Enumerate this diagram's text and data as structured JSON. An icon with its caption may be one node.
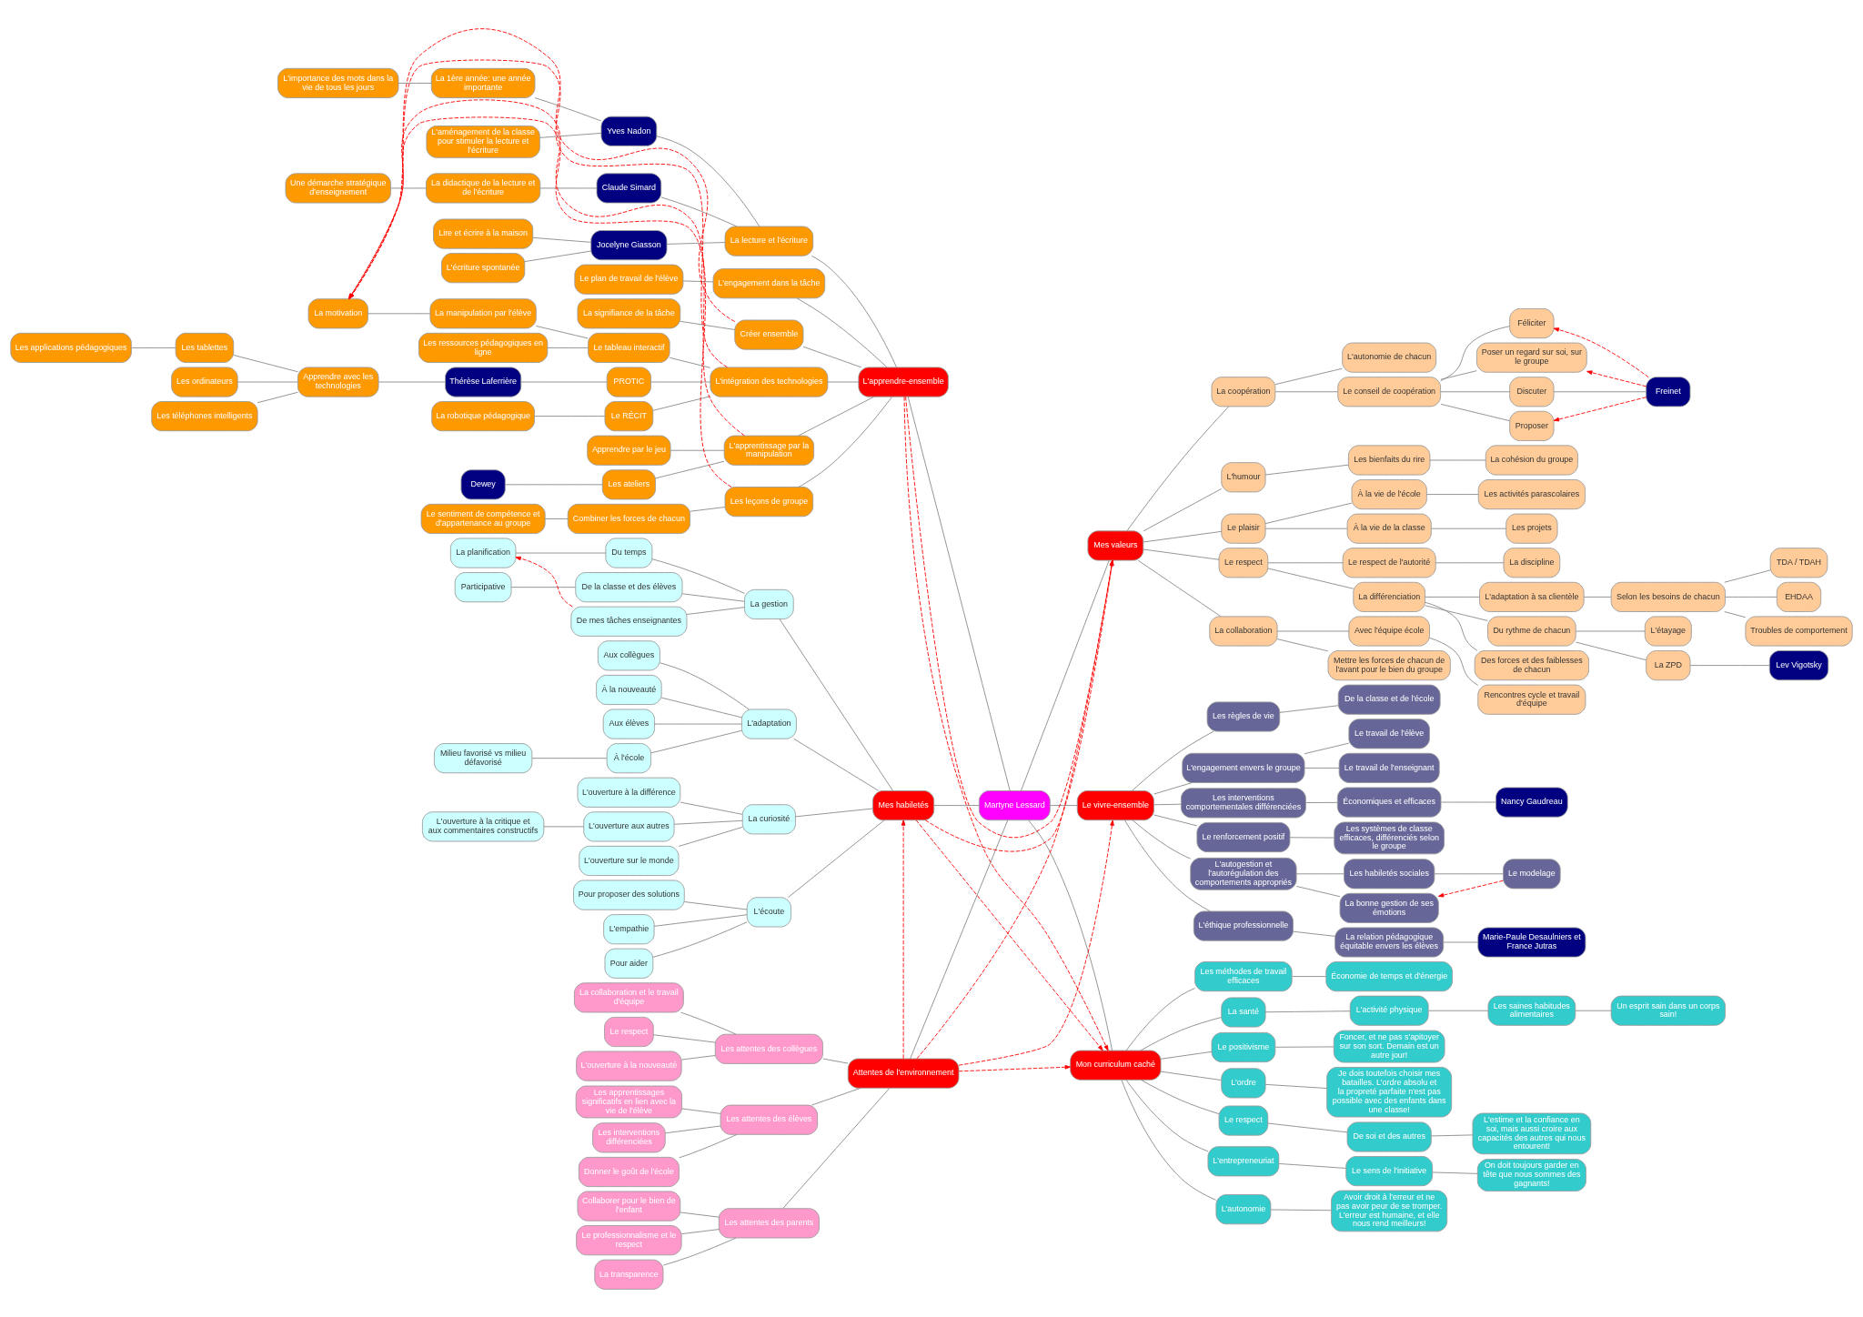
{
  "diagram": {
    "nodes": [
      {
        "text": [
          "Martyne Lessard"
        ]
      },
      {
        "text": [
          "Attentes de l'environnement"
        ]
      },
      {
        "text": [
          "Les attentes des élèves"
        ]
      },
      {
        "text": [
          "Les interventions différenciées"
        ]
      },
      {
        "text": [
          "Donner le goût de l'école"
        ]
      },
      {
        "text": [
          "Les apprentissages significatifs en lien avec la vie de l'élève"
        ]
      },
      {
        "text": [
          "Les attentes des parents"
        ]
      },
      {
        "text": [
          "Le professionnalisme et le respect"
        ]
      },
      {
        "text": [
          "La transparence"
        ]
      },
      {
        "text": [
          "Collaborer pour le bien de l'enfant"
        ]
      },
      {
        "text": [
          "Les attentes des collègues"
        ]
      },
      {
        "text": [
          "Le respect"
        ]
      },
      {
        "text": [
          "L'ouverture à la nouveauté"
        ]
      },
      {
        "text": [
          "La collaboration et le travail d'équipe"
        ]
      },
      {
        "text": [
          "L'apprendre-ensemble"
        ]
      },
      {
        "text": [
          "L'engagement dans la tâche"
        ]
      },
      {
        "text": [
          "Le plan de travail de l'élève"
        ]
      },
      {
        "text": [
          "Créer ensemble"
        ]
      },
      {
        "text": [
          "La signifiance de la tâche"
        ]
      },
      {
        "text": [
          "La lecture et l'écriture"
        ]
      },
      {
        "text": [
          "Claude Simard"
        ]
      },
      {
        "text": [
          "La didactique de la lecture et de l'écriture"
        ]
      },
      {
        "text": [
          "Une démarche stratégique d'enseignement"
        ]
      },
      {
        "text": [
          "Jocelyne Giasson"
        ]
      },
      {
        "text": [
          "L'écriture spontanée"
        ]
      },
      {
        "text": [
          "Lire et écrire à la maison"
        ]
      },
      {
        "text": [
          "Yves Nadon"
        ]
      },
      {
        "text": [
          "L'aménagement de la classe pour stimuler la lecture et l'écriture"
        ]
      },
      {
        "text": [
          "La 1ère année: une année importante"
        ]
      },
      {
        "text": [
          "L'importance des mots dans la vie de tous les jours"
        ]
      },
      {
        "text": [
          "L'intégration des technologies"
        ]
      },
      {
        "text": [
          "Le RÉCIT"
        ]
      },
      {
        "text": [
          "La robotique pédagogique"
        ]
      },
      {
        "text": [
          "PROTIC"
        ]
      },
      {
        "text": [
          "Thérèse Laferrière"
        ]
      },
      {
        "text": [
          "Apprendre avec les technologies"
        ]
      },
      {
        "text": [
          "Les tablettes"
        ]
      },
      {
        "text": [
          "Les applications pédagogiques"
        ]
      },
      {
        "text": [
          "Les ordinateurs"
        ]
      },
      {
        "text": [
          "Les téléphones intelligents"
        ]
      },
      {
        "text": [
          "Le tableau interactif"
        ]
      },
      {
        "text": [
          "Les ressources pédagogiques en ligne"
        ]
      },
      {
        "text": [
          "La manipulation par l'élève"
        ]
      },
      {
        "text": [
          "La motivation"
        ]
      },
      {
        "text": [
          "L'apprentissage par la manipulation"
        ]
      },
      {
        "text": [
          "Apprendre par le jeu"
        ]
      },
      {
        "text": [
          "Les ateliers"
        ]
      },
      {
        "text": [
          "Dewey"
        ]
      },
      {
        "text": [
          "Les leçons de groupe"
        ]
      },
      {
        "text": [
          "Combiner les forces de chacun"
        ]
      },
      {
        "text": [
          "Le sentiment de compétence et d'appartenance au groupe"
        ]
      },
      {
        "text": [
          "Mes habiletés"
        ]
      },
      {
        "text": [
          "L'adaptation"
        ]
      },
      {
        "text": [
          "Aux élèves"
        ]
      },
      {
        "text": [
          "À l'école"
        ]
      },
      {
        "text": [
          "Milieu favorisé vs milieu défavorisé"
        ]
      },
      {
        "text": [
          "Aux collègues"
        ]
      },
      {
        "text": [
          "À la nouveauté"
        ]
      },
      {
        "text": [
          "La curiosité"
        ]
      },
      {
        "text": [
          "L'ouverture aux autres"
        ]
      },
      {
        "text": [
          "L'ouverture à la critique et aux commentaires constructifs"
        ]
      },
      {
        "text": [
          "L'ouverture sur le monde"
        ]
      },
      {
        "text": [
          "L'ouverture à la différence"
        ]
      },
      {
        "text": [
          "L'écoute"
        ]
      },
      {
        "text": [
          "L'empathie"
        ]
      },
      {
        "text": [
          "Pour aider"
        ]
      },
      {
        "text": [
          "Pour proposer des solutions"
        ]
      },
      {
        "text": [
          "La gestion"
        ]
      },
      {
        "text": [
          "De la classe et des élèves"
        ]
      },
      {
        "text": [
          "Participative"
        ]
      },
      {
        "text": [
          "De mes tâches enseignantes"
        ]
      },
      {
        "text": [
          "Du temps"
        ]
      },
      {
        "text": [
          "La planification"
        ]
      },
      {
        "text": [
          "Mes valeurs"
        ]
      },
      {
        "text": [
          "Le respect"
        ]
      },
      {
        "text": [
          "La différenciation"
        ]
      },
      {
        "text": [
          "Du rythme de chacun"
        ]
      },
      {
        "text": [
          "La ZPD"
        ]
      },
      {
        "text": [
          "Lev Vigotsky"
        ]
      },
      {
        "text": [
          "L'étayage"
        ]
      },
      {
        "text": [
          "Des forces et des faiblesses de chacun"
        ]
      },
      {
        "text": [
          "L'adaptation à sa clientèle"
        ]
      },
      {
        "text": [
          "Selon les besoins de chacun"
        ]
      },
      {
        "text": [
          "EHDAA"
        ]
      },
      {
        "text": [
          "Troubles de comportement"
        ]
      },
      {
        "text": [
          "TDA / TDAH"
        ]
      },
      {
        "text": [
          "Le respect de l'autorité"
        ]
      },
      {
        "text": [
          "La discipline"
        ]
      },
      {
        "text": [
          "La collaboration"
        ]
      },
      {
        "text": [
          "Mettre les forces de chacun de l'avant pour le bien du groupe"
        ]
      },
      {
        "text": [
          "Avec l'équipe école"
        ]
      },
      {
        "text": [
          "Rencontres cycle et travail d'équipe"
        ]
      },
      {
        "text": [
          "La coopération"
        ]
      },
      {
        "text": [
          "L'autonomie de chacun"
        ]
      },
      {
        "text": [
          "Le conseil de coopération"
        ]
      },
      {
        "text": [
          "Discuter"
        ]
      },
      {
        "text": [
          "Freinet"
        ]
      },
      {
        "text": [
          "Proposer"
        ]
      },
      {
        "text": [
          "Féliciter"
        ]
      },
      {
        "text": [
          "Poser un regard sur soi, sur le groupe"
        ]
      },
      {
        "text": [
          "L'humour"
        ]
      },
      {
        "text": [
          "Les bienfaits du rire"
        ]
      },
      {
        "text": [
          "La cohésion du groupe"
        ]
      },
      {
        "text": [
          "Le plaisir"
        ]
      },
      {
        "text": [
          "À la vie de l'école"
        ]
      },
      {
        "text": [
          "Les activités parascolaires"
        ]
      },
      {
        "text": [
          "À la vie de la classe"
        ]
      },
      {
        "text": [
          "Les projets"
        ]
      },
      {
        "text": [
          "Le vivre-ensemble"
        ]
      },
      {
        "text": [
          "Les règles de vie"
        ]
      },
      {
        "text": [
          "De la classe et de l'école"
        ]
      },
      {
        "text": [
          "L'engagement envers le groupe"
        ]
      },
      {
        "text": [
          "Le travail de l'élève"
        ]
      },
      {
        "text": [
          "Le travail de l'enseignant"
        ]
      },
      {
        "text": [
          "Les interventions comportementales différenciées"
        ]
      },
      {
        "text": [
          "Économiques et efficaces"
        ]
      },
      {
        "text": [
          "Nancy Gaudreau"
        ]
      },
      {
        "text": [
          "Le renforcement positif"
        ]
      },
      {
        "text": [
          "Les systèmes de classe efficaces, différenciés selon le groupe"
        ]
      },
      {
        "text": [
          "L'autogestion et l'autorégulation des comportements appropriés"
        ]
      },
      {
        "text": [
          "Les habiletés sociales"
        ]
      },
      {
        "text": [
          "Le modelage"
        ]
      },
      {
        "text": [
          "La bonne gestion de ses émotions"
        ]
      },
      {
        "text": [
          "L'éthique professionnelle"
        ]
      },
      {
        "text": [
          "La relation pédagogique équitable envers les élèves"
        ]
      },
      {
        "text": [
          "Marie-Paule Desaulniers et France Jutras"
        ]
      },
      {
        "text": [
          "Mon curriculum caché"
        ]
      },
      {
        "text": [
          "Le respect"
        ]
      },
      {
        "text": [
          "De soi et des autres"
        ]
      },
      {
        "text": [
          "L'estime et la confiance en soi, mais aussi croire aux capacités des autres qui nous entourent!"
        ]
      },
      {
        "text": [
          "L'entrepreneuriat"
        ]
      },
      {
        "text": [
          "Le sens de l'initiative"
        ]
      },
      {
        "text": [
          "On doit toujours garder en tête que nous sommes des gagnants!"
        ]
      },
      {
        "text": [
          "L'autonomie"
        ]
      },
      {
        "text": [
          "Avoir droit à l'erreur et ne pas avoir peur de se tromper. L'erreur est humaine, et elle nous rend meilleurs!"
        ]
      },
      {
        "text": [
          "Les méthodes de travail efficaces"
        ]
      },
      {
        "text": [
          "Économie de temps et d'énergie"
        ]
      },
      {
        "text": [
          "La santé"
        ]
      },
      {
        "text": [
          "L'activité physique"
        ]
      },
      {
        "text": [
          "Les saines habitudes alimentaires"
        ]
      },
      {
        "text": [
          "Un esprit sain dans un corps sain!"
        ]
      },
      {
        "text": [
          "Le positivisme"
        ]
      },
      {
        "text": [
          "Foncer, et ne pas s'apitoyer sur son sort. Demain est un autre jour!"
        ]
      },
      {
        "text": [
          "L'ordre"
        ]
      },
      {
        "text": [
          "Je dois toutefois choisir mes batailles. L'ordre absolu et la propreté parfaite n'est pas possible avec des enfants dans une classe!"
        ]
      }
    ],
    "edges": [
      {
        "from": 1,
        "to": 0,
        "arrow": "none"
      },
      {
        "from": 2,
        "to": 1,
        "arrow": "none"
      },
      {
        "from": 3,
        "to": 2,
        "arrow": "none"
      },
      {
        "from": 4,
        "to": 2,
        "arrow": "none"
      },
      {
        "from": 5,
        "to": 2,
        "arrow": "none"
      },
      {
        "from": 6,
        "to": 1,
        "arrow": "none"
      },
      {
        "from": 7,
        "to": 6,
        "arrow": "none"
      },
      {
        "from": 8,
        "to": 6,
        "arrow": "none"
      },
      {
        "from": 9,
        "to": 6,
        "arrow": "none"
      },
      {
        "from": 10,
        "to": 1,
        "arrow": "none"
      },
      {
        "from": 11,
        "to": 10,
        "arrow": "none"
      },
      {
        "from": 12,
        "to": 10,
        "arrow": "none"
      },
      {
        "from": 13,
        "to": 10,
        "arrow": "none"
      },
      {
        "from": 14,
        "to": 0,
        "arrow": "none"
      },
      {
        "from": 15,
        "to": 14,
        "arrow": "none"
      },
      {
        "from": 16,
        "to": 15,
        "arrow": "none"
      },
      {
        "from": 17,
        "to": 14,
        "arrow": "none"
      },
      {
        "from": 18,
        "to": 17,
        "arrow": "none"
      },
      {
        "from": 19,
        "to": 14,
        "arrow": "none"
      },
      {
        "from": 20,
        "to": 19,
        "arrow": "none"
      },
      {
        "from": 21,
        "to": 20,
        "arrow": "none"
      },
      {
        "from": 22,
        "to": 21,
        "arrow": "none"
      },
      {
        "from": 23,
        "to": 19,
        "arrow": "none"
      },
      {
        "from": 24,
        "to": 23,
        "arrow": "none"
      },
      {
        "from": 25,
        "to": 23,
        "arrow": "none"
      },
      {
        "from": 26,
        "to": 19,
        "arrow": "none"
      },
      {
        "from": 27,
        "to": 26,
        "arrow": "none"
      },
      {
        "from": 28,
        "to": 26,
        "arrow": "none"
      },
      {
        "from": 29,
        "to": 28,
        "arrow": "none"
      },
      {
        "from": 30,
        "to": 14,
        "arrow": "none"
      },
      {
        "from": 31,
        "to": 30,
        "arrow": "none"
      },
      {
        "from": 32,
        "to": 31,
        "arrow": "none"
      },
      {
        "from": 33,
        "to": 30,
        "arrow": "none"
      },
      {
        "from": 34,
        "to": 33,
        "arrow": "none"
      },
      {
        "from": 35,
        "to": 34,
        "arrow": "none"
      },
      {
        "from": 36,
        "to": 35,
        "arrow": "none"
      },
      {
        "from": 37,
        "to": 36,
        "arrow": "none"
      },
      {
        "from": 38,
        "to": 35,
        "arrow": "none"
      },
      {
        "from": 39,
        "to": 35,
        "arrow": "none"
      },
      {
        "from": 40,
        "to": 30,
        "arrow": "none"
      },
      {
        "from": 41,
        "to": 40,
        "arrow": "none"
      },
      {
        "from": 42,
        "to": 40,
        "arrow": "none"
      },
      {
        "from": 43,
        "to": 42,
        "arrow": "none"
      },
      {
        "from": 44,
        "to": 14,
        "arrow": "none"
      },
      {
        "from": 45,
        "to": 44,
        "arrow": "none"
      },
      {
        "from": 46,
        "to": 44,
        "arrow": "none"
      },
      {
        "from": 47,
        "to": 46,
        "arrow": "none"
      },
      {
        "from": 48,
        "to": 14,
        "arrow": "none"
      },
      {
        "from": 49,
        "to": 48,
        "arrow": "none"
      },
      {
        "from": 50,
        "to": 49,
        "arrow": "none"
      },
      {
        "from": 51,
        "to": 0,
        "arrow": "none"
      },
      {
        "from": 52,
        "to": 51,
        "arrow": "none"
      },
      {
        "from": 53,
        "to": 52,
        "arrow": "none"
      },
      {
        "from": 54,
        "to": 52,
        "arrow": "none"
      },
      {
        "from": 55,
        "to": 54,
        "arrow": "none"
      },
      {
        "from": 56,
        "to": 52,
        "arrow": "none"
      },
      {
        "from": 57,
        "to": 52,
        "arrow": "none"
      },
      {
        "from": 58,
        "to": 51,
        "arrow": "none"
      },
      {
        "from": 59,
        "to": 58,
        "arrow": "none"
      },
      {
        "from": 60,
        "to": 59,
        "arrow": "none"
      },
      {
        "from": 61,
        "to": 58,
        "arrow": "none"
      },
      {
        "from": 62,
        "to": 58,
        "arrow": "none"
      },
      {
        "from": 63,
        "to": 51,
        "arrow": "none"
      },
      {
        "from": 64,
        "to": 63,
        "arrow": "none"
      },
      {
        "from": 65,
        "to": 63,
        "arrow": "none"
      },
      {
        "from": 66,
        "to": 63,
        "arrow": "none"
      },
      {
        "from": 67,
        "to": 51,
        "arrow": "none"
      },
      {
        "from": 68,
        "to": 67,
        "arrow": "none"
      },
      {
        "from": 69,
        "to": 68,
        "arrow": "none"
      },
      {
        "from": 70,
        "to": 67,
        "arrow": "none"
      },
      {
        "from": 71,
        "to": 67,
        "arrow": "none"
      },
      {
        "from": 72,
        "to": 71,
        "arrow": "none"
      },
      {
        "from": 0,
        "to": 73,
        "arrow": "none"
      },
      {
        "from": 73,
        "to": 74,
        "arrow": "none"
      },
      {
        "from": 74,
        "to": 75,
        "arrow": "none"
      },
      {
        "from": 75,
        "to": 76,
        "arrow": "none"
      },
      {
        "from": 76,
        "to": 77,
        "arrow": "none"
      },
      {
        "from": 77,
        "to": 78,
        "arrow": "none"
      },
      {
        "from": 76,
        "to": 79,
        "arrow": "none"
      },
      {
        "from": 75,
        "to": 80,
        "arrow": "none"
      },
      {
        "from": 75,
        "to": 81,
        "arrow": "none"
      },
      {
        "from": 81,
        "to": 82,
        "arrow": "none"
      },
      {
        "from": 82,
        "to": 83,
        "arrow": "none"
      },
      {
        "from": 82,
        "to": 84,
        "arrow": "none"
      },
      {
        "from": 82,
        "to": 85,
        "arrow": "none"
      },
      {
        "from": 74,
        "to": 86,
        "arrow": "none"
      },
      {
        "from": 86,
        "to": 87,
        "arrow": "none"
      },
      {
        "from": 73,
        "to": 88,
        "arrow": "none"
      },
      {
        "from": 88,
        "to": 89,
        "arrow": "none"
      },
      {
        "from": 88,
        "to": 90,
        "arrow": "none"
      },
      {
        "from": 90,
        "to": 91,
        "arrow": "none"
      },
      {
        "from": 73,
        "to": 92,
        "arrow": "none"
      },
      {
        "from": 92,
        "to": 93,
        "arrow": "none"
      },
      {
        "from": 92,
        "to": 94,
        "arrow": "none"
      },
      {
        "from": 94,
        "to": 95,
        "arrow": "none"
      },
      {
        "from": 95,
        "to": 96,
        "arrow": "none"
      },
      {
        "from": 94,
        "to": 97,
        "arrow": "none"
      },
      {
        "from": 94,
        "to": 98,
        "arrow": "none"
      },
      {
        "from": 94,
        "to": 99,
        "arrow": "none"
      },
      {
        "from": 73,
        "to": 100,
        "arrow": "none"
      },
      {
        "from": 100,
        "to": 101,
        "arrow": "none"
      },
      {
        "from": 101,
        "to": 102,
        "arrow": "none"
      },
      {
        "from": 73,
        "to": 103,
        "arrow": "none"
      },
      {
        "from": 103,
        "to": 104,
        "arrow": "none"
      },
      {
        "from": 104,
        "to": 105,
        "arrow": "none"
      },
      {
        "from": 103,
        "to": 106,
        "arrow": "none"
      },
      {
        "from": 106,
        "to": 107,
        "arrow": "none"
      },
      {
        "from": 0,
        "to": 108,
        "arrow": "none"
      },
      {
        "from": 108,
        "to": 109,
        "arrow": "none"
      },
      {
        "from": 109,
        "to": 110,
        "arrow": "none"
      },
      {
        "from": 108,
        "to": 111,
        "arrow": "none"
      },
      {
        "from": 111,
        "to": 112,
        "arrow": "none"
      },
      {
        "from": 111,
        "to": 113,
        "arrow": "none"
      },
      {
        "from": 108,
        "to": 114,
        "arrow": "none"
      },
      {
        "from": 114,
        "to": 115,
        "arrow": "none"
      },
      {
        "from": 115,
        "to": 116,
        "arrow": "none"
      },
      {
        "from": 108,
        "to": 117,
        "arrow": "none"
      },
      {
        "from": 117,
        "to": 118,
        "arrow": "none"
      },
      {
        "from": 108,
        "to": 119,
        "arrow": "none"
      },
      {
        "from": 119,
        "to": 120,
        "arrow": "none"
      },
      {
        "from": 120,
        "to": 121,
        "arrow": "none"
      },
      {
        "from": 119,
        "to": 122,
        "arrow": "none"
      },
      {
        "from": 108,
        "to": 123,
        "arrow": "none"
      },
      {
        "from": 123,
        "to": 124,
        "arrow": "none"
      },
      {
        "from": 124,
        "to": 125,
        "arrow": "none"
      },
      {
        "from": 0,
        "to": 126,
        "arrow": "none"
      },
      {
        "from": 126,
        "to": 127,
        "arrow": "none"
      },
      {
        "from": 127,
        "to": 128,
        "arrow": "none"
      },
      {
        "from": 128,
        "to": 129,
        "arrow": "none"
      },
      {
        "from": 126,
        "to": 130,
        "arrow": "none"
      },
      {
        "from": 130,
        "to": 131,
        "arrow": "none"
      },
      {
        "from": 131,
        "to": 132,
        "arrow": "none"
      },
      {
        "from": 126,
        "to": 133,
        "arrow": "none"
      },
      {
        "from": 133,
        "to": 134,
        "arrow": "none"
      },
      {
        "from": 126,
        "to": 135,
        "arrow": "none"
      },
      {
        "from": 135,
        "to": 136,
        "arrow": "none"
      },
      {
        "from": 126,
        "to": 137,
        "arrow": "none"
      },
      {
        "from": 137,
        "to": 138,
        "arrow": "none"
      },
      {
        "from": 138,
        "to": 139,
        "arrow": "none"
      },
      {
        "from": 139,
        "to": 140,
        "arrow": "none"
      },
      {
        "from": 126,
        "to": 141,
        "arrow": "none"
      },
      {
        "from": 141,
        "to": 142,
        "arrow": "none"
      },
      {
        "from": 126,
        "to": 143,
        "arrow": "none"
      },
      {
        "from": 143,
        "to": 144,
        "arrow": "none"
      },
      {
        "from": 17,
        "to": 43,
        "arrow": "to",
        "style": "dashed",
        "color": "#ff0000"
      },
      {
        "from": 30,
        "to": 43,
        "arrow": "to",
        "style": "dashed",
        "color": "#ff0000"
      },
      {
        "from": 44,
        "to": 43,
        "arrow": "to",
        "style": "dashed",
        "color": "#ff0000"
      },
      {
        "from": 48,
        "to": 43,
        "arrow": "to",
        "style": "dashed",
        "color": "#ff0000"
      },
      {
        "from": 70,
        "to": 72,
        "arrow": "to",
        "style": "dashed",
        "color": "#ff0000"
      },
      {
        "from": 96,
        "to": 97,
        "arrow": "to",
        "style": "dashed",
        "color": "#ff0000"
      },
      {
        "from": 96,
        "to": 98,
        "arrow": "to",
        "style": "dashed",
        "color": "#ff0000"
      },
      {
        "from": 96,
        "to": 99,
        "arrow": "to",
        "style": "dashed",
        "color": "#ff0000"
      },
      {
        "from": 121,
        "to": 122,
        "arrow": "to",
        "style": "dashed",
        "color": "#ff0000"
      },
      {
        "from": 1,
        "to": 73,
        "arrow": "to",
        "style": "dashed",
        "color": "#ff0000"
      },
      {
        "from": 1,
        "to": 108,
        "arrow": "to",
        "style": "dashed",
        "color": "#ff0000"
      },
      {
        "from": 1,
        "to": 126,
        "arrow": "to",
        "style": "dashed",
        "color": "#ff0000"
      },
      {
        "from": 1,
        "to": 51,
        "arrow": "to",
        "style": "dashed",
        "color": "#ff0000"
      },
      {
        "from": 14,
        "to": 73,
        "arrow": "to",
        "style": "dashed",
        "color": "#ff0000"
      },
      {
        "from": 14,
        "to": 126,
        "arrow": "to",
        "style": "dashed",
        "color": "#ff0000"
      },
      {
        "from": 51,
        "to": 73,
        "arrow": "to",
        "style": "dashed",
        "color": "#ff0000"
      },
      {
        "from": 51,
        "to": 126,
        "arrow": "to",
        "style": "dashed",
        "color": "#ff0000"
      }
    ]
  }
}
